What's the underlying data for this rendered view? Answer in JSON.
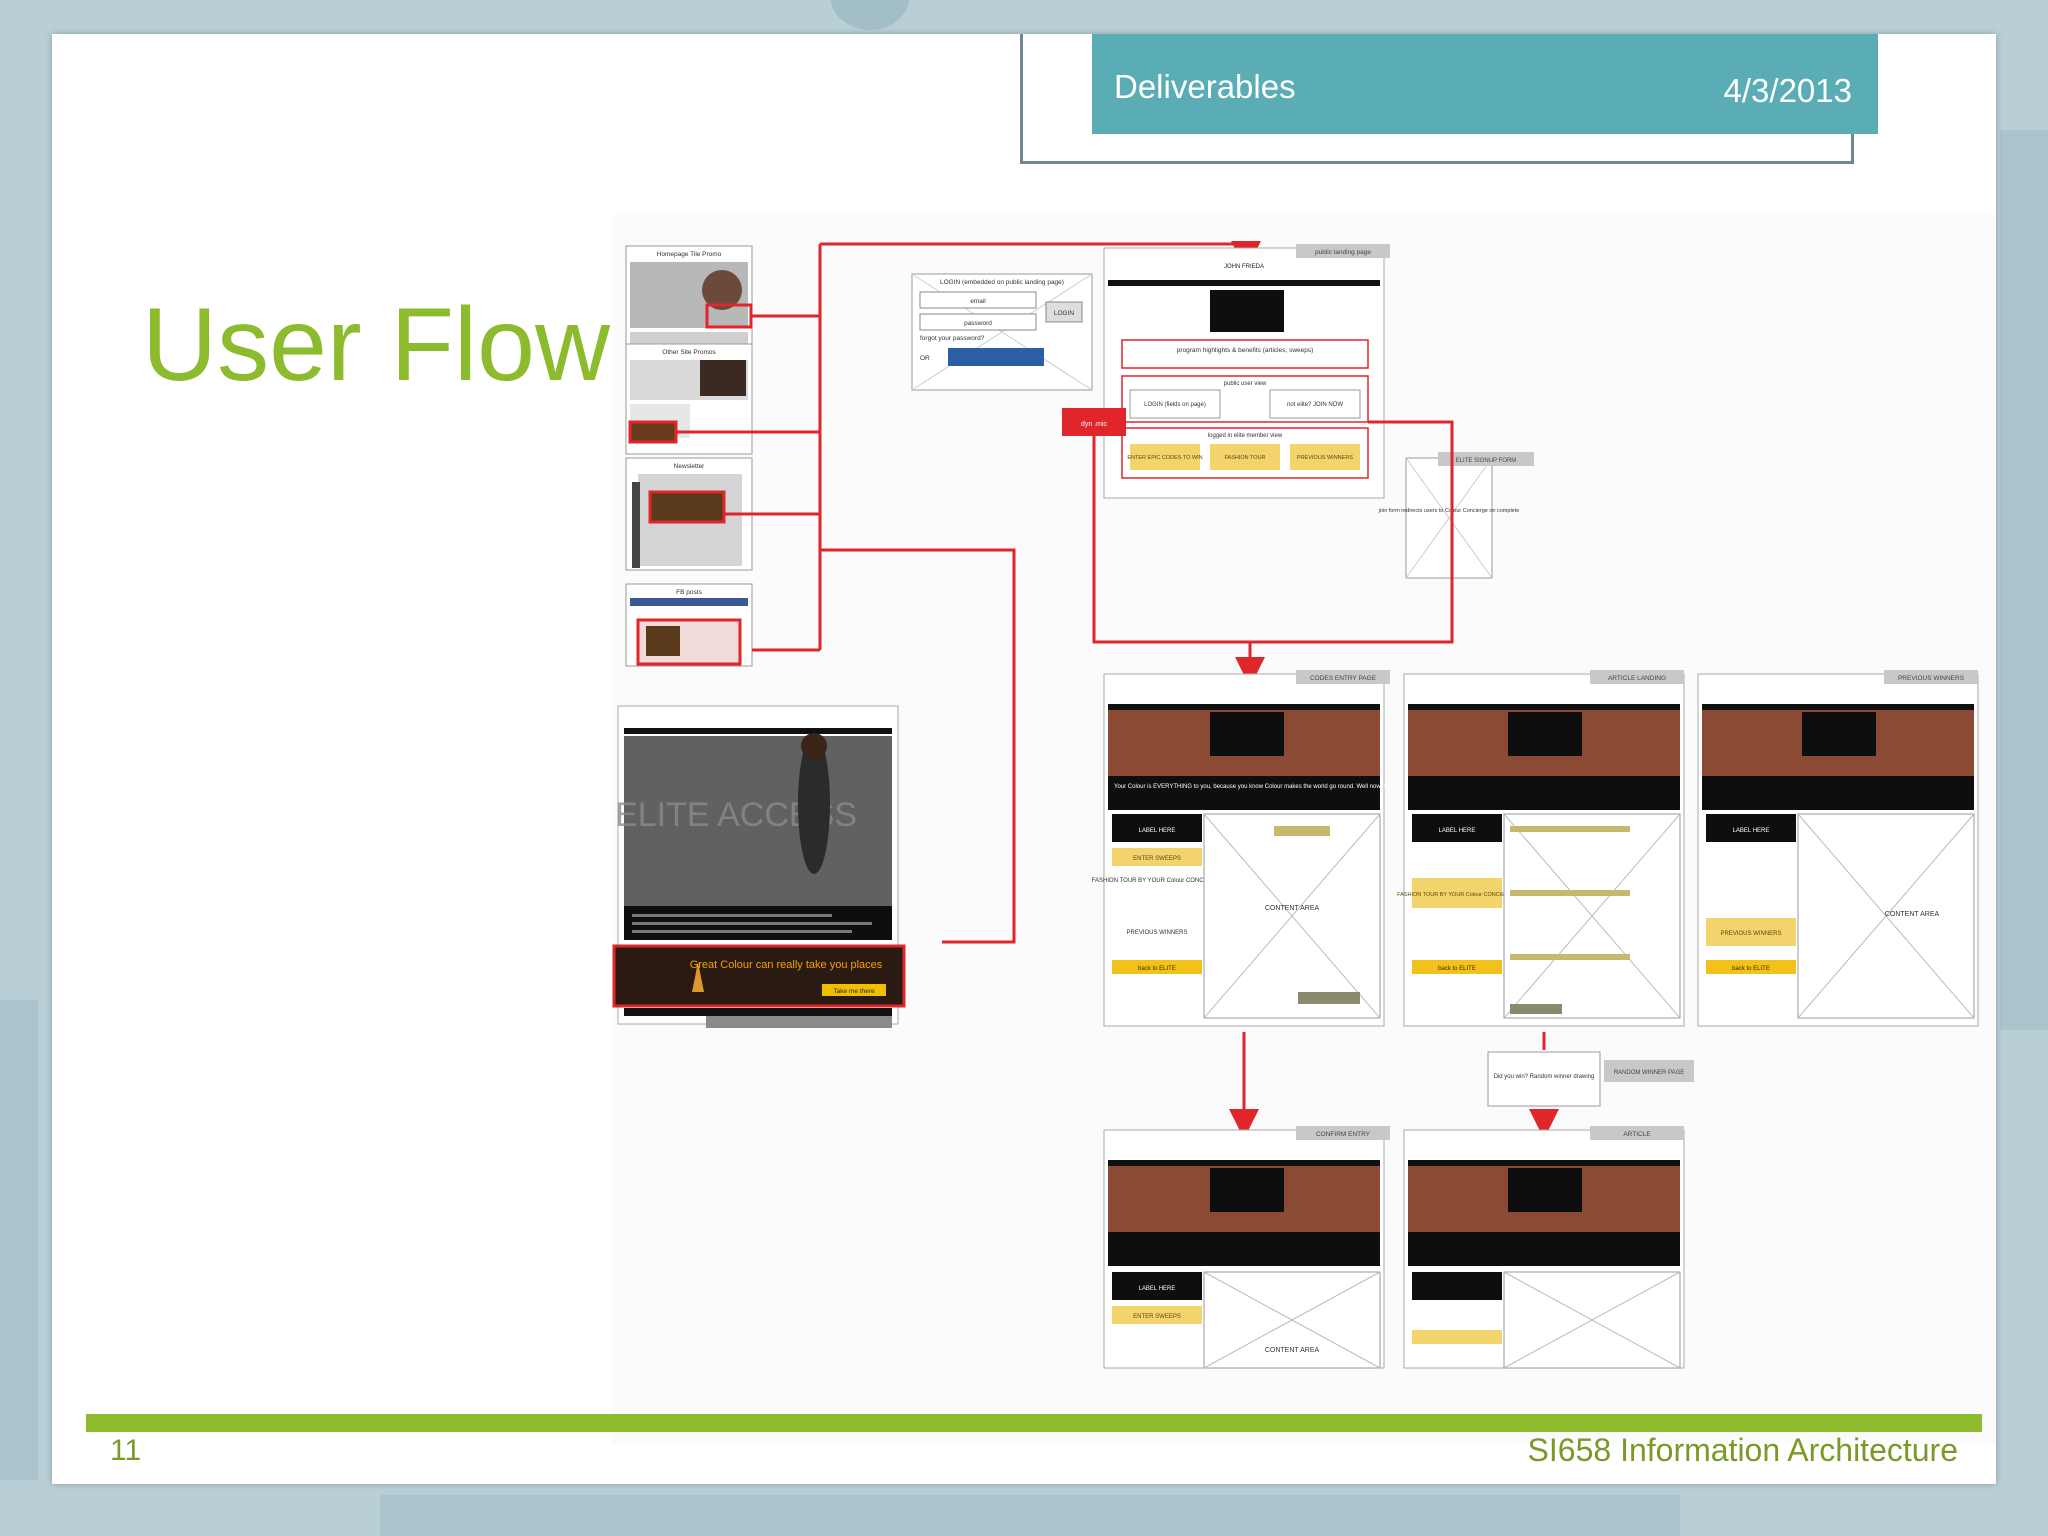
{
  "header": {
    "section": "Deliverables",
    "date": "4/3/2013"
  },
  "slide": {
    "title": "User Flow",
    "page_number": "11",
    "course": "SI658 Information Architecture"
  },
  "diagram": {
    "entry_thumbnails": {
      "homepage": "Homepage Tile Promo",
      "other_site": "Other Site Promos",
      "newsletter": "Newsletter",
      "fb_posts": "FB posts"
    },
    "login_box": {
      "title": "LOGIN (embedded on public landing page)",
      "email": "email",
      "password": "password",
      "button": "LOGIN",
      "forgot": "forgot your password?",
      "or": "OR"
    },
    "public_landing": {
      "tag": "public landing page",
      "brand": "JOHN FRIEDA",
      "highlights": "program highlights & benefits (articles, sweeps)",
      "public_view": "public user view",
      "login_left": "LOGIN (fields on page)",
      "login_right": "not elite? JOIN NOW",
      "dynamic": "dynamic",
      "logged_in": "logged in elite member view",
      "btn1": "ENTER EPIC CODES TO WIN",
      "btn2": "FASHION TOUR",
      "btn3": "PREVIOUS WINNERS"
    },
    "signup": {
      "tag": "ELITE SIGNUP FORM",
      "body": "join form redirects users to Colour Concierge on complete"
    },
    "elite_page": {
      "label": "ELITE ACCESS",
      "banner": "Great Colour can really take you places",
      "cta": "Take me there"
    },
    "pages": {
      "code_entry": "CODES ENTRY PAGE",
      "article_landing": "ARTICLE LANDING",
      "previous_winners": "PREVIOUS WINNERS",
      "confirm_entry": "CONFIRM ENTRY",
      "article": "ARTICLE",
      "random_winner": "RANDOM WINNER PAGE",
      "random_note": "Did you win? Random winner drawing",
      "content_area": "CONTENT AREA",
      "label_here": "LABEL HERE",
      "enter_sweeps": "ENTER SWEEPS",
      "fashion_tour": "FASHION TOUR BY YOUR Colour CONCIERGE",
      "prev_winners": "PREVIOUS WINNERS",
      "back": "back to ELITE",
      "hero_text": "Your Colour is EVERYTHING to you, because you know Colour makes the world go round. Well now, your Colour could take you around the world"
    }
  }
}
